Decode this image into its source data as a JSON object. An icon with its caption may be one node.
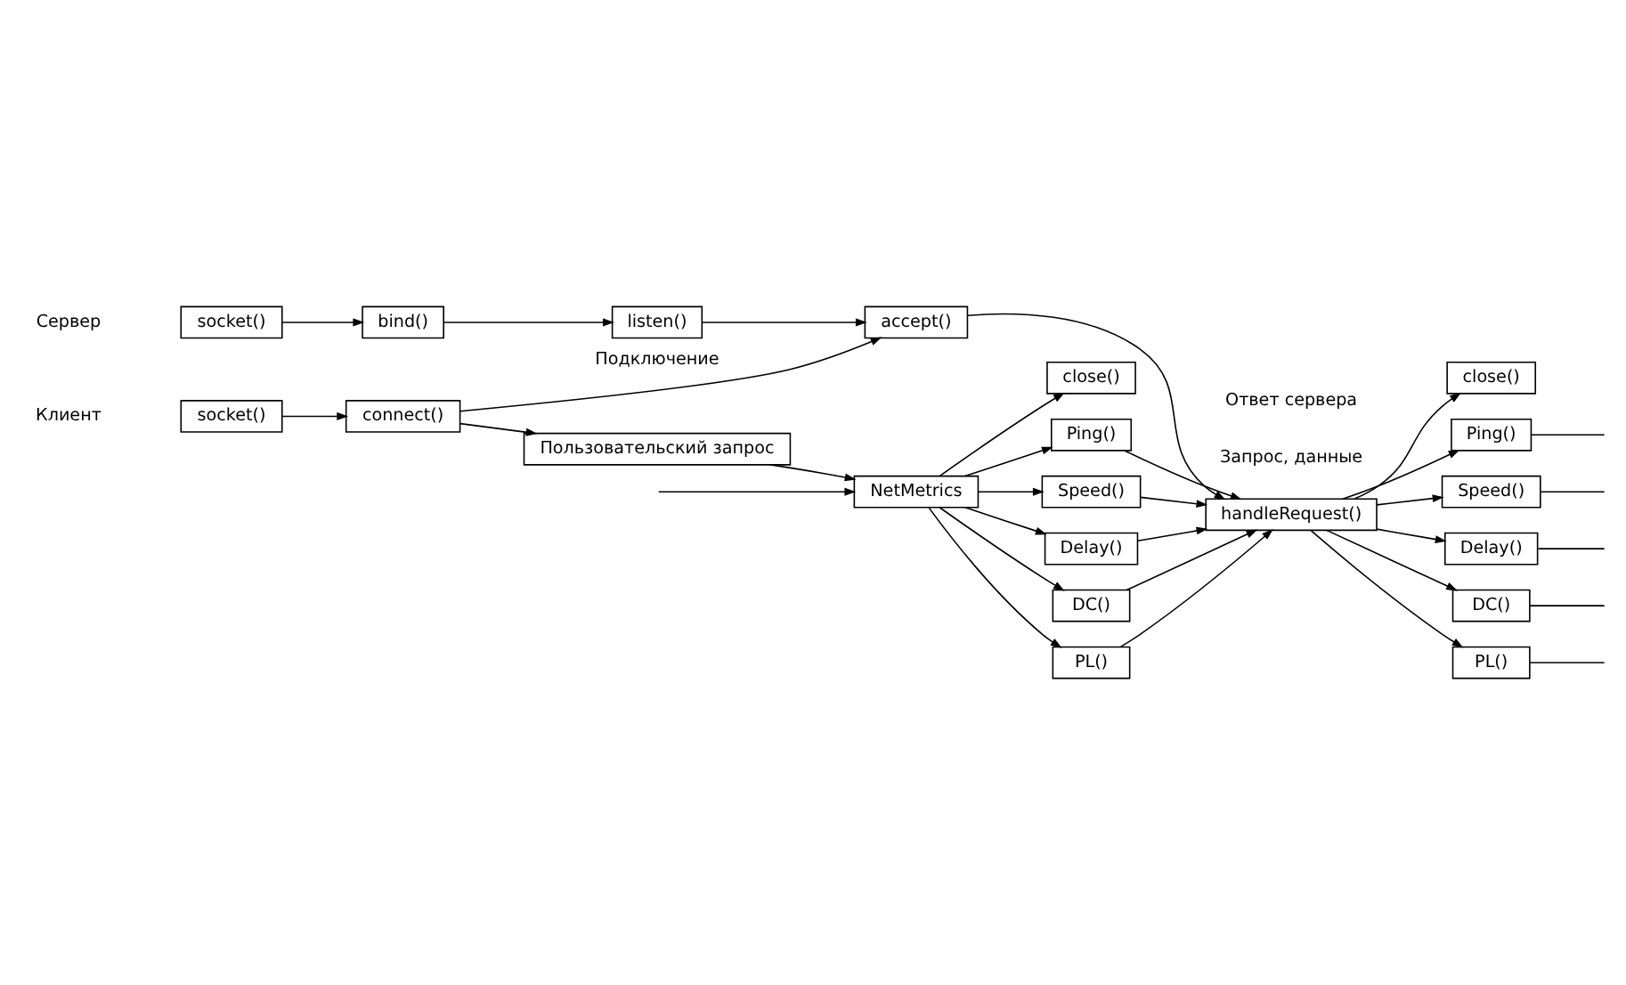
{
  "diagram": {
    "nodes": [
      {
        "text": [
          "socket()"
        ]
      },
      {
        "text": [
          "connect()"
        ]
      },
      {
        "text": [
          "Пользовательский запрос"
        ]
      },
      {
        "text": [
          "NetMetrics"
        ]
      },
      {
        "text": [
          "close()"
        ]
      },
      {
        "text": [
          "Ping()"
        ]
      },
      {
        "text": [
          "Speed()"
        ]
      },
      {
        "text": [
          "Delay()"
        ]
      },
      {
        "text": [
          "DC()"
        ]
      },
      {
        "text": [
          "PL()"
        ]
      },
      {
        "text": [
          "socket()"
        ]
      },
      {
        "text": [
          "bind()"
        ]
      },
      {
        "text": [
          "listen()"
        ]
      },
      {
        "text": [
          "accept()"
        ]
      },
      {
        "text": [
          "handleRequest()"
        ]
      },
      {
        "text": [
          "close()"
        ]
      },
      {
        "text": [
          "Ping()"
        ]
      },
      {
        "text": [
          "Speed()"
        ]
      },
      {
        "text": [
          "Delay()"
        ]
      },
      {
        "text": [
          "DC()"
        ]
      },
      {
        "text": [
          "PL()"
        ]
      }
    ],
    "edges": [
      {
        "from": 0,
        "to": 1,
        "arrow": "to"
      },
      {
        "from": 1,
        "to": 13,
        "arrow": "to",
        "label": "Подключение"
      },
      {
        "from": 1,
        "to": 2,
        "arrow": "to"
      },
      {
        "from": 2,
        "to": 3,
        "arrow": "to"
      },
      {
        "from": 3,
        "to": 4,
        "arrow": "to"
      },
      {
        "from": null,
        "to": 3,
        "arrow": "to"
      },
      {
        "from": 3,
        "to": 5,
        "arrow": "to"
      },
      {
        "from": 3,
        "to": 6,
        "arrow": "to"
      },
      {
        "from": 3,
        "to": 7,
        "arrow": "to"
      },
      {
        "from": 3,
        "to": 8,
        "arrow": "to"
      },
      {
        "from": 3,
        "to": 9,
        "arrow": "to"
      },
      {
        "from": 5,
        "to": 14,
        "arrow": "to"
      },
      {
        "from": 6,
        "to": 14,
        "arrow": "to"
      },
      {
        "from": 7,
        "to": 14,
        "arrow": "to"
      },
      {
        "from": 8,
        "to": 14,
        "arrow": "to"
      },
      {
        "from": 9,
        "to": 14,
        "arrow": "to"
      },
      {
        "from": 10,
        "to": 11,
        "arrow": "to"
      },
      {
        "from": 11,
        "to": 12,
        "arrow": "to"
      },
      {
        "from": 12,
        "to": 13,
        "arrow": "to"
      },
      {
        "from": 13,
        "to": 14,
        "arrow": "to"
      },
      {
        "from": 14,
        "to": 15,
        "arrow": "to"
      },
      {
        "from": 14,
        "to": 16,
        "arrow": "to"
      },
      {
        "from": 14,
        "to": 17,
        "arrow": "to"
      },
      {
        "from": 14,
        "to": 18,
        "arrow": "to"
      },
      {
        "from": 14,
        "to": 19,
        "arrow": "to"
      },
      {
        "from": 14,
        "to": 20,
        "arrow": "to"
      },
      {
        "from": 16,
        "to": null,
        "arrow": "none"
      },
      {
        "from": 17,
        "to": null,
        "arrow": "none"
      },
      {
        "from": 18,
        "to": null,
        "arrow": "none"
      },
      {
        "from": 19,
        "to": null,
        "arrow": "none"
      },
      {
        "from": 20,
        "to": null,
        "arrow": "none"
      }
    ],
    "labels": [
      "Клиент",
      "Сервер",
      "Запрос, данные",
      "Ответ сервера"
    ]
  }
}
